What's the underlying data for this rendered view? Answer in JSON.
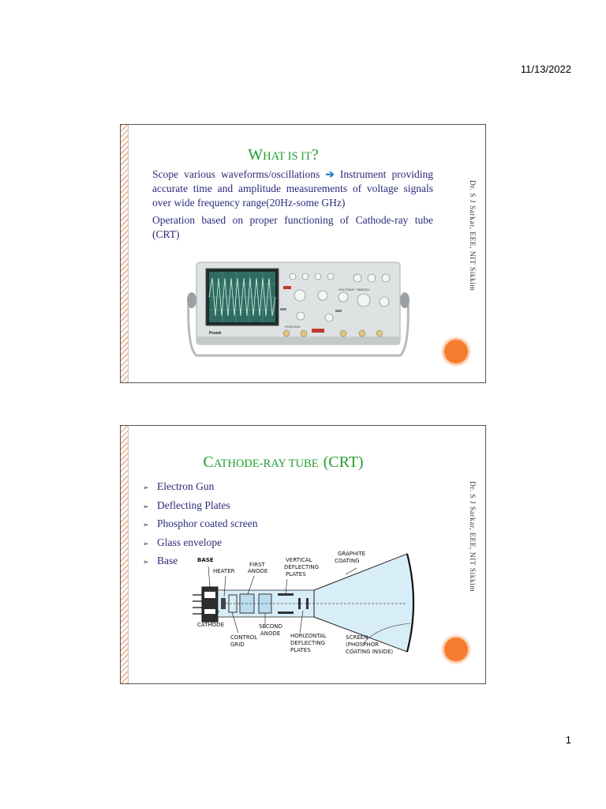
{
  "page": {
    "date": "11/13/2022",
    "number": "1"
  },
  "slide1": {
    "title_initial": "W",
    "title_rest": "HAT IS IT",
    "title_end": "?",
    "para1_a": "Scope various waveforms/oscillations",
    "para1_arrow": "➔",
    "para1_b": "Instrument providing accurate time and amplitude measurements of voltage signals over wide frequency range(20Hz-some GHz)",
    "para2": "Operation based on proper functioning of Cathode-ray tube (CRT)",
    "side_text": "Dr. S J Sarkar, EEE, NIT Sikkim",
    "scope_brand": "Protek"
  },
  "slide2": {
    "title_initial": "C",
    "title_rest": "ATHODE-RAY TUBE",
    "title_end": "(CRT)",
    "bullet_marker": "➢",
    "bullets": [
      "Electron Gun",
      "Deflecting Plates",
      "Phosphor coated screen",
      "Glass envelope",
      "Base"
    ],
    "side_text": "Dr. S J Sarkar, EEE, NIT Sikkim",
    "diagram": {
      "base": "BASE",
      "heater": "HEATER",
      "first_anode_1": "FIRST",
      "first_anode_2": "ANODE",
      "vertical_1": "VERTICAL",
      "vertical_2": "DEFLECTING",
      "vertical_3": "PLATES",
      "graphite_1": "GRAPHITE",
      "graphite_2": "COATING",
      "cathode": "CATHODE",
      "control_1": "CONTROL",
      "control_2": "GRID",
      "second_1": "SECOND",
      "second_2": "ANODE",
      "horizontal_1": "HORIZONTAL",
      "horizontal_2": "DEFLECTING",
      "horizontal_3": "PLATES",
      "screen_1": "SCREEN",
      "screen_2": "(PHOSPHOR",
      "screen_3": "COATING INSIDE)"
    }
  }
}
